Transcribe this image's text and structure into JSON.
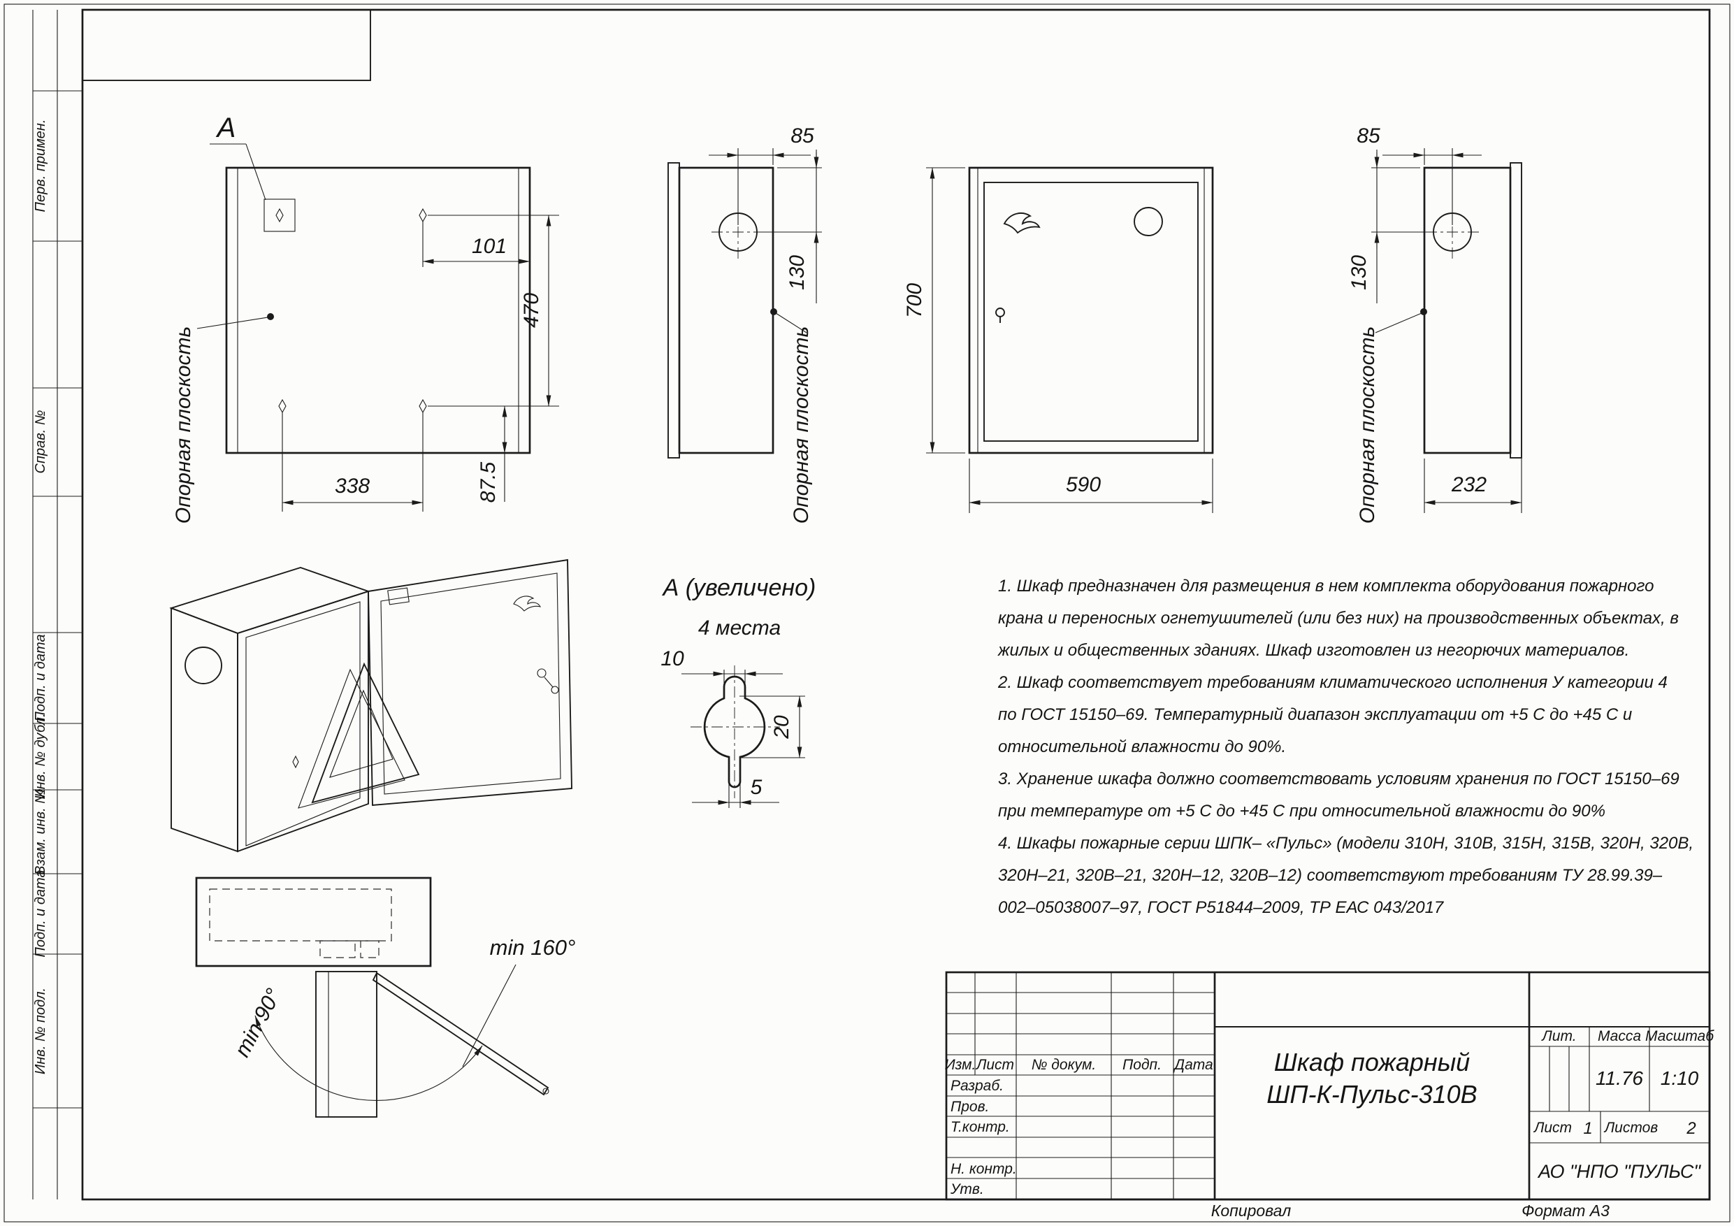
{
  "sheet": {
    "footer_copy": "Копировал",
    "footer_format": "Формат А3"
  },
  "margin_labels": {
    "perv_primen": "Перв. примен.",
    "sprav_no": "Справ. №",
    "podp_data_1": "Подп. и дата",
    "inv_dubl": "Инв. № дубл.",
    "vzam_inv": "Взам. инв. №",
    "podp_data_2": "Подп. и дата",
    "inv_podl": "Инв. № подл."
  },
  "views": {
    "front": {
      "detail_mark": "А",
      "support_plane": "Опорная плоскость",
      "dim_offset_x": "101",
      "dim_holes_v": "470",
      "dim_holes_h": "338",
      "dim_bottom": "87.5"
    },
    "side_left": {
      "support_plane": "Опорная плоскость",
      "dim_hole_depth": "85",
      "dim_hole_top": "130"
    },
    "front_door": {
      "dim_height": "700",
      "dim_width": "590"
    },
    "side_right": {
      "support_plane": "Опорная плоскость",
      "dim_hole_depth": "85",
      "dim_hole_top": "130",
      "dim_depth": "232"
    },
    "plan": {
      "angle_open": "min 160°",
      "angle_min": "min 90°"
    },
    "detail_a": {
      "title": "А (увеличено)",
      "count_note": "4 места",
      "dim_slot": "10",
      "dim_hole": "20",
      "dim_narrow": "5"
    }
  },
  "notes": [
    "1. Шкаф предназначен для размещения в нем комплекта оборудования пожарного",
    "крана и переносных огнетушителей (или без них) на производственных объектах, в",
    "жилых и общественных зданиях. Шкаф изготовлен из негорючих материалов.",
    "2. Шкаф  соответствует требованиям климатического исполнения У категории 4",
    "по ГОСТ 15150–69. Температурный диапазон эксплуатации от +5 С до +45 С и",
    "относительной влажности до 90%.",
    "3. Хранение шкафа должно соответствовать условиям хранения по ГОСТ 15150–69",
    "при температуре от +5 С до +45 С при относительной влажности до 90%",
    "4. Шкафы пожарные серии ШПК– «Пульс» (модели 310Н, 310В, 315Н, 315В, 320Н, 320В,",
    "320Н–21, 320В–21, 320Н–12, 320В–12)  соответствуют требованиям ТУ 28.99.39–",
    "002–05038007–97, ГОСТ Р51844–2009, ТР ЕАС 043/2017"
  ],
  "title_block": {
    "columns": {
      "izm": "Изм.",
      "list": "Лист",
      "doc": "№ докум.",
      "podp": "Подп.",
      "data": "Дата"
    },
    "roles": {
      "razrab": "Разраб.",
      "prov": "Пров.",
      "tkontr": "Т.контр.",
      "nkontr": "Н. контр.",
      "utv": "Утв."
    },
    "title_line1": "Шкаф пожарный",
    "title_line2": "ШП-К-Пульс-310В",
    "lit_label": "Лит.",
    "massa_label": "Масса",
    "masshtab_label": "Масштаб",
    "massa_value": "11.76",
    "masshtab_value": "1:10",
    "list_label": "Лист",
    "list_value": "1",
    "listov_label": "Листов",
    "listov_value": "2",
    "company": "АО \"НПО \"ПУЛЬС\""
  }
}
